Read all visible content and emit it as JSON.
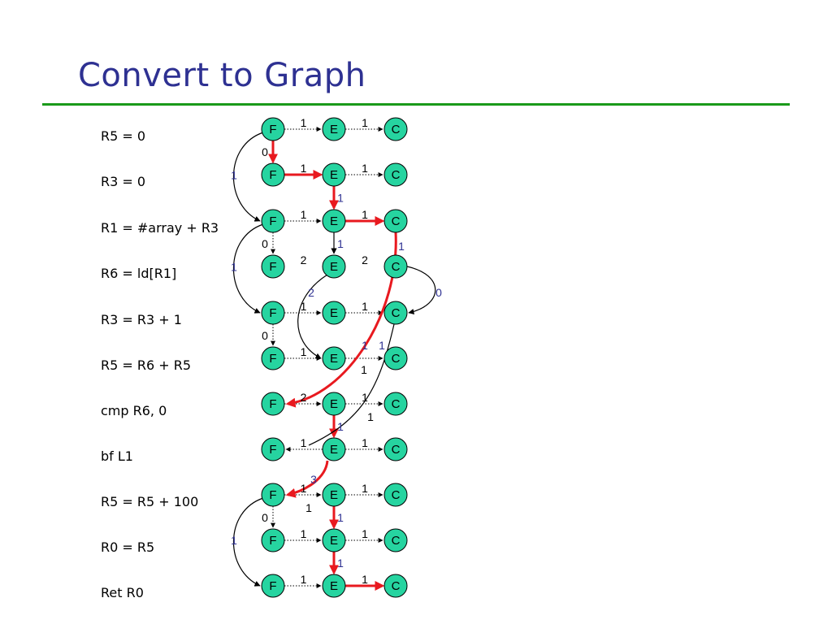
{
  "title": "Convert to Graph",
  "colors": {
    "title": "#2e3192",
    "rule": "#1a9a1a",
    "node_fill": "#26d4a0",
    "critical": "#e8191f",
    "blue_label": "#2e3192"
  },
  "instructions": [
    "R5 = 0",
    "R3 = 0",
    "R1 = #array + R3",
    "R6 = ld[R1]",
    "R3 = R3 + 1",
    "R5 = R6 + R5",
    "cmp R6, 0",
    "bf L1",
    "R5 = R5 + 100",
    "R0 = R5",
    "Ret R0"
  ],
  "graph": {
    "node_labels": [
      "F",
      "E",
      "C"
    ],
    "rows": [
      {
        "fe": "1",
        "ec": "1",
        "fe_style": "dotted",
        "ec_style": "dotted",
        "fe_dir": "forward"
      },
      {
        "fe": "1",
        "ec": "1",
        "fe_style": "critical",
        "ec_style": "dotted",
        "fe_dir": "forward"
      },
      {
        "fe": "1",
        "ec": "1",
        "fe_style": "dotted",
        "ec_style": "critical",
        "fe_dir": "forward"
      },
      {
        "fe": "2",
        "ec": "2",
        "fe_style": "none",
        "ec_style": "none",
        "fe_dir": "forward"
      },
      {
        "fe": "1",
        "ec": "1",
        "fe_style": "dotted",
        "ec_style": "dotted",
        "fe_dir": "forward"
      },
      {
        "fe": "1",
        "ec": "",
        "fe_style": "dotted",
        "ec_style": "dotted",
        "fe_dir": "forward"
      },
      {
        "fe": "2",
        "ec": "1",
        "fe_style": "dotted",
        "ec_style": "dotted",
        "fe_dir": "forward"
      },
      {
        "fe": "1",
        "ec": "1",
        "fe_style": "dotted",
        "ec_style": "dotted",
        "fe_dir": "backward"
      },
      {
        "fe": "1",
        "ec": "1",
        "fe_style": "dotted",
        "ec_style": "dotted",
        "fe_dir": "forward"
      },
      {
        "fe": "1",
        "ec": "1",
        "fe_style": "dotted",
        "ec_style": "dotted",
        "fe_dir": "forward"
      },
      {
        "fe": "1",
        "ec": "1",
        "fe_style": "dotted",
        "ec_style": "critical",
        "fe_dir": "forward"
      }
    ],
    "edges": [
      {
        "kind": "ff",
        "from": 0,
        "to": 1,
        "label": "0",
        "style": "critical"
      },
      {
        "kind": "ff-arc",
        "from": 0,
        "to": 2,
        "label": "1",
        "label_color": "blue"
      },
      {
        "kind": "ee",
        "from": 1,
        "to": 2,
        "label": "1",
        "style": "critical",
        "label_color": "blue"
      },
      {
        "kind": "ff",
        "from": 2,
        "to": 3,
        "label": "0",
        "style": "dotted"
      },
      {
        "kind": "ee",
        "from": 2,
        "to": 3,
        "label": "1",
        "style": "solid",
        "label_color": "blue"
      },
      {
        "kind": "ff-arc",
        "from": 2,
        "to": 4,
        "label": "1",
        "label_color": "blue"
      },
      {
        "kind": "ff",
        "from": 4,
        "to": 5,
        "label": "0",
        "style": "dotted"
      },
      {
        "kind": "ff",
        "from": 8,
        "to": 9,
        "label": "0",
        "style": "dotted"
      },
      {
        "kind": "ff-arc",
        "from": 8,
        "to": 10,
        "label": "1",
        "label_color": "blue"
      },
      {
        "kind": "ee",
        "from": 6,
        "to": 7,
        "label": "1",
        "style": "critical",
        "label_color": "blue"
      },
      {
        "kind": "ee",
        "from": 8,
        "to": 9,
        "label": "1",
        "style": "critical",
        "label_color": "blue"
      },
      {
        "kind": "ee",
        "from": 9,
        "to": 10,
        "label": "1",
        "style": "critical",
        "label_color": "blue"
      }
    ],
    "special_labels": {
      "e3_to_e5_label": "2",
      "c2_to_c4_label": "1",
      "c3_to_c4_label": "0",
      "c2_to_f6_label": "1",
      "c4_to_f7_label": "1",
      "e7_to_f8_label": "3",
      "fe5_label": "1",
      "ec5_label": "1",
      "c5_label": "1"
    }
  }
}
